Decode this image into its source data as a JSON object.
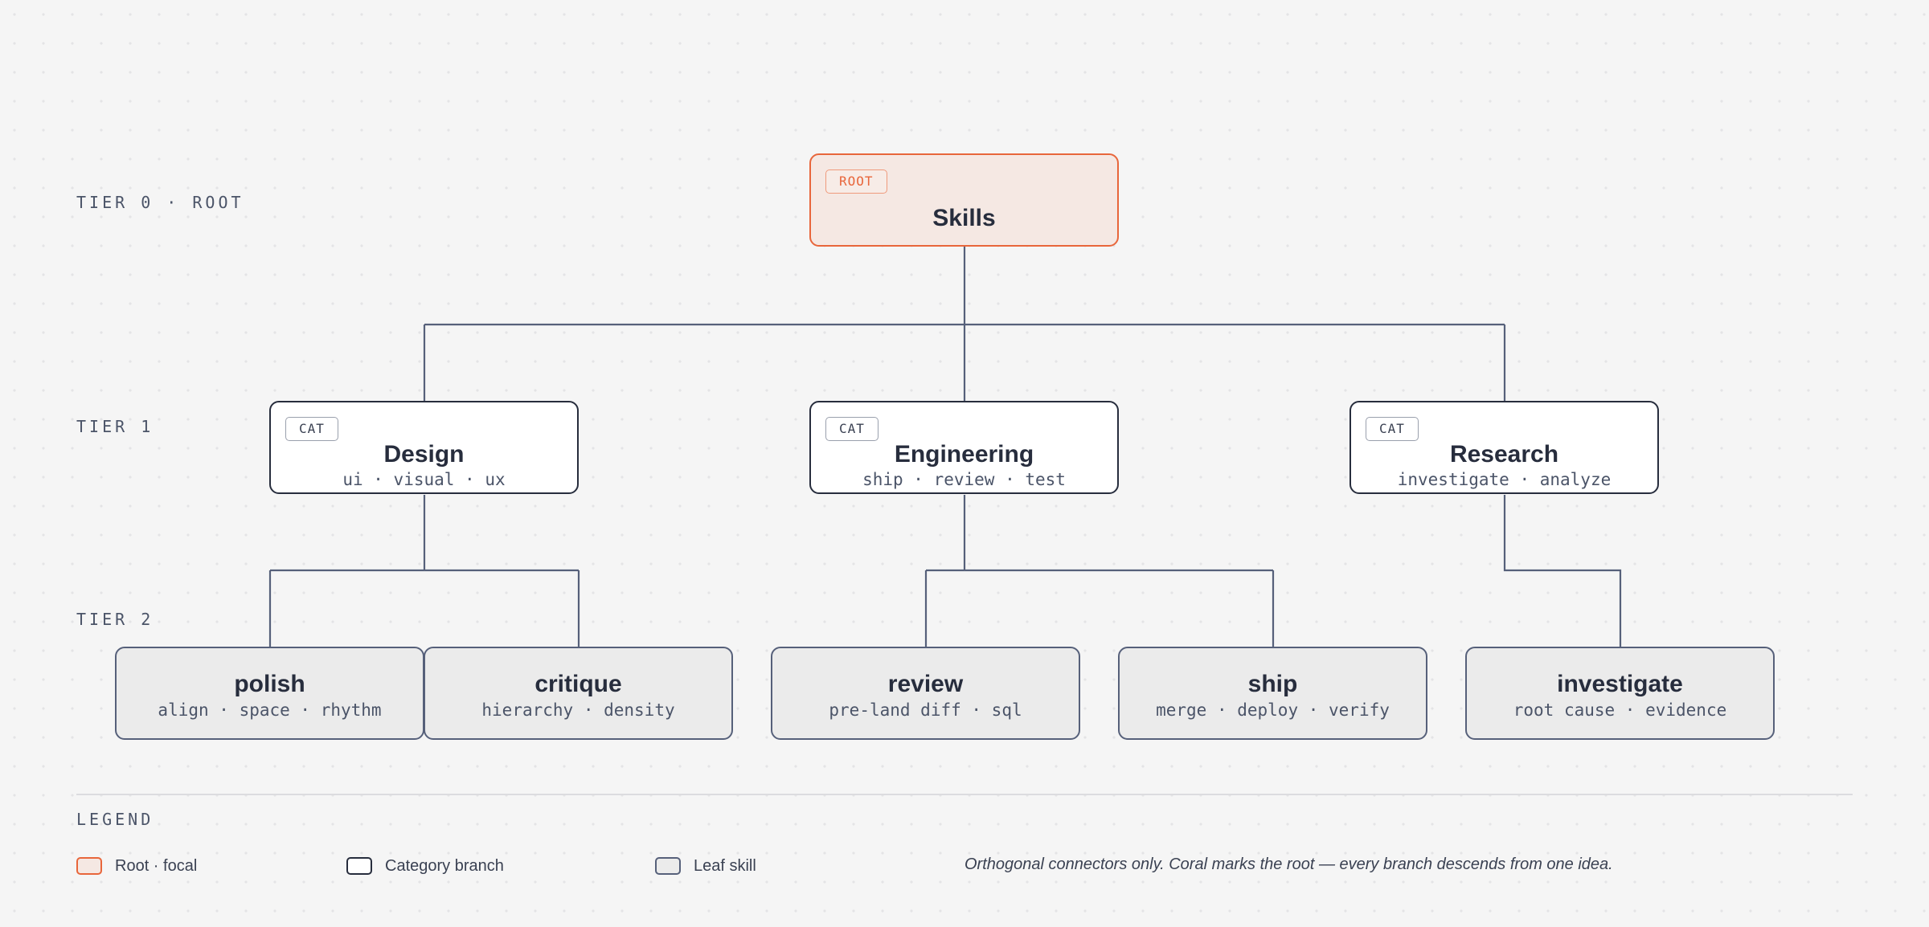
{
  "tiers": [
    "TIER 0 · ROOT",
    "TIER 1",
    "TIER 2"
  ],
  "colors": {
    "accent": "#e8663b",
    "ink": "#272d3d",
    "leaf_border": "#56607a",
    "connector": "#56607a"
  },
  "root": {
    "badge": "ROOT",
    "title": "Skills"
  },
  "categories": [
    {
      "badge": "CAT",
      "title": "Design",
      "sub": "ui · visual · ux"
    },
    {
      "badge": "CAT",
      "title": "Engineering",
      "sub": "ship · review · test"
    },
    {
      "badge": "CAT",
      "title": "Research",
      "sub": "investigate · analyze"
    }
  ],
  "leaves": [
    {
      "title": "polish",
      "sub": "align · space · rhythm",
      "parent": "Design"
    },
    {
      "title": "critique",
      "sub": "hierarchy · density",
      "parent": "Design"
    },
    {
      "title": "review",
      "sub": "pre-land diff · sql",
      "parent": "Engineering"
    },
    {
      "title": "ship",
      "sub": "merge · deploy · verify",
      "parent": "Engineering"
    },
    {
      "title": "investigate",
      "sub": "root cause · evidence",
      "parent": "Research"
    }
  ],
  "legend": {
    "title": "LEGEND",
    "items": [
      {
        "kind": "root",
        "label": "Root · focal"
      },
      {
        "kind": "cat",
        "label": "Category branch"
      },
      {
        "kind": "leaf",
        "label": "Leaf skill"
      }
    ],
    "note": "Orthogonal connectors only. Coral marks the root — every branch descends from one idea."
  }
}
